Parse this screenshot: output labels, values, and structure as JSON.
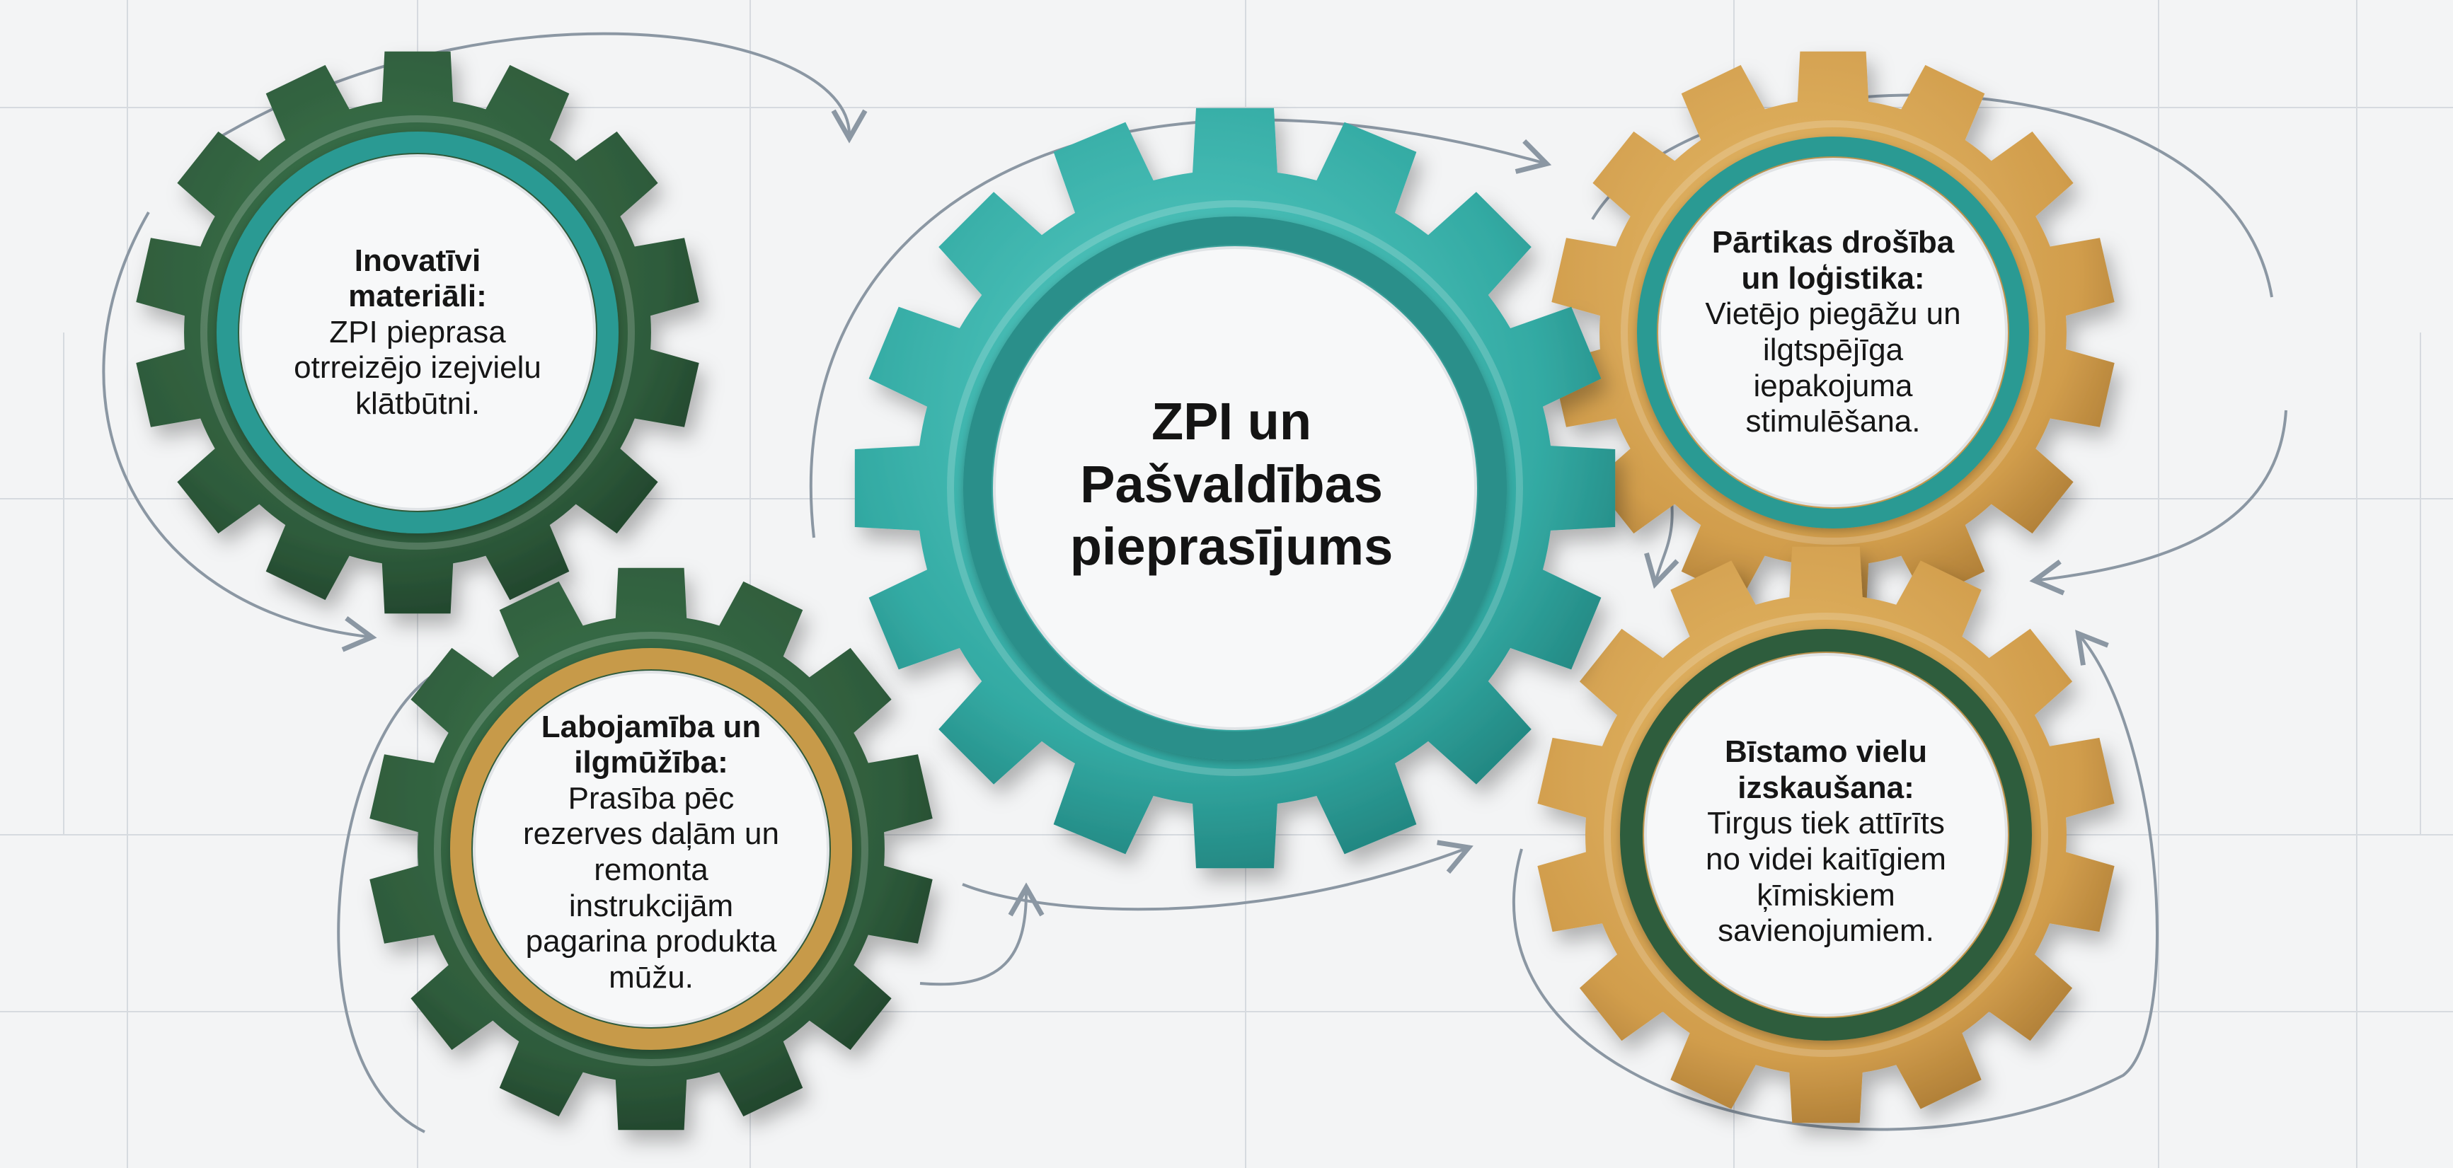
{
  "diagram": {
    "center": {
      "title": "ZPI un Pašvaldības pieprasījums"
    },
    "gears": [
      {
        "id": "innovative-materials",
        "title": "Inovatīvi materiāli:",
        "body": "ZPI pieprasa otrreizējo izejvielu klātbūtni.",
        "color": "#2f5d3c",
        "ring": "#2a9a93"
      },
      {
        "id": "repairability",
        "title": "Labojamība un ilgmūžība:",
        "body": "Prasība pēc rezerves daļām un remonta instrukcijām pagarina produkta mūžu.",
        "color": "#2f5d3c",
        "ring": "#c79a4a"
      },
      {
        "id": "food-safety",
        "title": "Pārtikas drošība un loģistika:",
        "body": "Vietējo piegāžu un ilgtspējīga iepakojuma stimulēšana.",
        "color": "#d3a050",
        "ring": "#2a9a93"
      },
      {
        "id": "hazardous-substances",
        "title": "Bīstamo vielu izskaušana:",
        "body": "Tirgus tiek attīrīts no videi kaitīgiem ķīmiskiem savienojumiem.",
        "color": "#d3a050",
        "ring": "#2f5d3c"
      }
    ],
    "colors": {
      "teal": "#34b2ab",
      "dark_green": "#2f5d3c",
      "gold": "#d3a050",
      "arrow": "#8b97a3",
      "grid": "#d6dadf"
    }
  }
}
